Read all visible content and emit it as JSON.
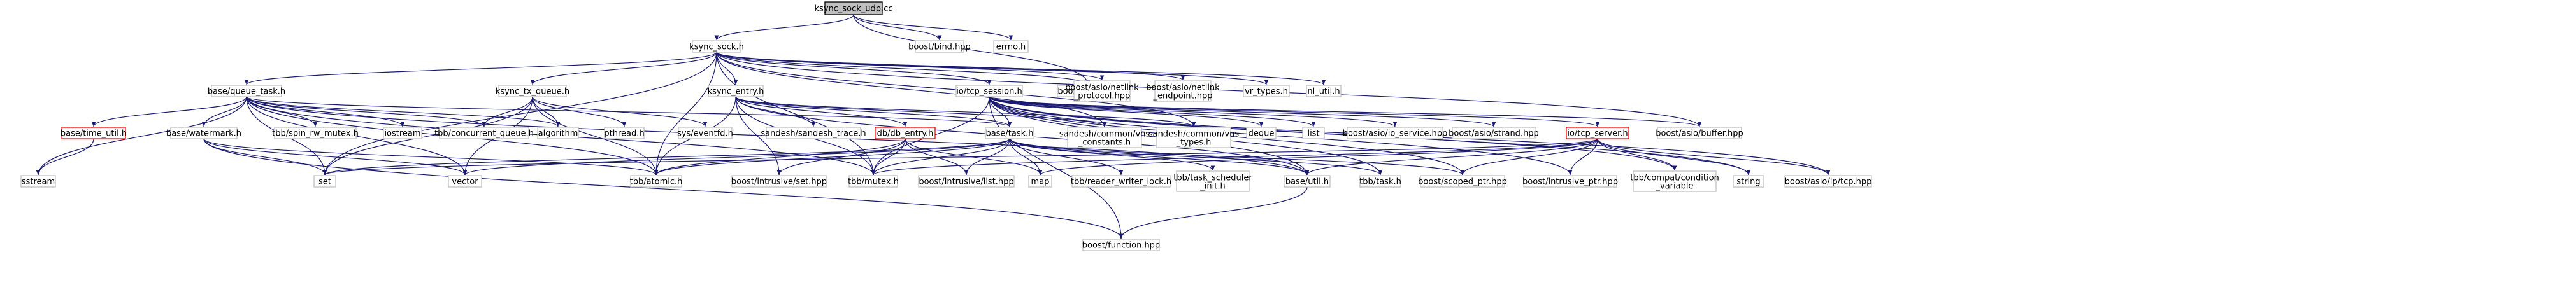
{
  "diagram": {
    "type": "include-dependency-graph",
    "colors": {
      "edge": "#191970",
      "node_fill": "#ffffff",
      "node_border": "#bfbfbf",
      "root_fill": "#bfbfbf",
      "root_border": "#000000",
      "missing_border": "#ff0000"
    },
    "nodes": [
      {
        "id": "root",
        "label": "ksync_sock_udp.cc",
        "style": "root"
      },
      {
        "id": "ksync_sock_h",
        "label": "ksync_sock.h",
        "style": "normal"
      },
      {
        "id": "boost_bind",
        "label": "boost/bind.hpp",
        "style": "normal"
      },
      {
        "id": "errno_h",
        "label": "errno.h",
        "style": "normal"
      },
      {
        "id": "boost_asio",
        "label": "boost/asio.hpp",
        "style": "normal"
      },
      {
        "id": "queue_task",
        "label": "base/queue_task.h",
        "style": "normal"
      },
      {
        "id": "tx_queue",
        "label": "ksync_tx_queue.h",
        "style": "normal"
      },
      {
        "id": "ksync_entry",
        "label": "ksync_entry.h",
        "style": "normal"
      },
      {
        "id": "tcp_session",
        "label": "io/tcp_session.h",
        "style": "normal"
      },
      {
        "id": "netlink_protocol",
        "label": "boost/asio/netlink\n_protocol.hpp",
        "style": "normal"
      },
      {
        "id": "netlink_endpoint",
        "label": "boost/asio/netlink\n_endpoint.hpp",
        "style": "normal"
      },
      {
        "id": "vr_types",
        "label": "vr_types.h",
        "style": "normal"
      },
      {
        "id": "nl_util",
        "label": "nl_util.h",
        "style": "normal"
      },
      {
        "id": "time_util",
        "label": "base/time_util.h",
        "style": "missing"
      },
      {
        "id": "watermark",
        "label": "base/watermark.h",
        "style": "normal"
      },
      {
        "id": "spin_rw",
        "label": "tbb/spin_rw_mutex.h",
        "style": "normal"
      },
      {
        "id": "iostream",
        "label": "iostream",
        "style": "normal"
      },
      {
        "id": "concurrent_queue",
        "label": "tbb/concurrent_queue.h",
        "style": "normal"
      },
      {
        "id": "algorithm",
        "label": "algorithm",
        "style": "normal"
      },
      {
        "id": "pthread",
        "label": "pthread.h",
        "style": "normal"
      },
      {
        "id": "eventfd",
        "label": "sys/eventfd.h",
        "style": "normal"
      },
      {
        "id": "sandesh_trace",
        "label": "sandesh/sandesh_trace.h",
        "style": "normal"
      },
      {
        "id": "db_entry",
        "label": "db/db_entry.h",
        "style": "missing"
      },
      {
        "id": "base_task",
        "label": "base/task.h",
        "style": "normal"
      },
      {
        "id": "vns_constants",
        "label": "sandesh/common/vns\n_constants.h",
        "style": "normal"
      },
      {
        "id": "vns_types",
        "label": "sandesh/common/vns\n_types.h",
        "style": "normal"
      },
      {
        "id": "deque",
        "label": "deque",
        "style": "normal"
      },
      {
        "id": "list",
        "label": "list",
        "style": "normal"
      },
      {
        "id": "io_service",
        "label": "boost/asio/io_service.hpp",
        "style": "normal"
      },
      {
        "id": "strand",
        "label": "boost/asio/strand.hpp",
        "style": "normal"
      },
      {
        "id": "tcp_server",
        "label": "io/tcp_server.h",
        "style": "missing"
      },
      {
        "id": "buffer_hpp",
        "label": "boost/asio/buffer.hpp",
        "style": "normal"
      },
      {
        "id": "sstream",
        "label": "sstream",
        "style": "normal"
      },
      {
        "id": "set",
        "label": "set",
        "style": "normal"
      },
      {
        "id": "vector",
        "label": "vector",
        "style": "normal"
      },
      {
        "id": "tbb_atomic",
        "label": "tbb/atomic.h",
        "style": "normal"
      },
      {
        "id": "intrusive_set",
        "label": "boost/intrusive/set.hpp",
        "style": "normal"
      },
      {
        "id": "tbb_mutex",
        "label": "tbb/mutex.h",
        "style": "normal"
      },
      {
        "id": "intrusive_list",
        "label": "boost/intrusive/list.hpp",
        "style": "normal"
      },
      {
        "id": "map",
        "label": "map",
        "style": "normal"
      },
      {
        "id": "reader_writer",
        "label": "tbb/reader_writer_lock.h",
        "style": "normal"
      },
      {
        "id": "task_scheduler",
        "label": "tbb/task_scheduler\n_init.h",
        "style": "normal"
      },
      {
        "id": "base_util",
        "label": "base/util.h",
        "style": "normal"
      },
      {
        "id": "tbb_task",
        "label": "tbb/task.h",
        "style": "normal"
      },
      {
        "id": "scoped_ptr",
        "label": "boost/scoped_ptr.hpp",
        "style": "normal"
      },
      {
        "id": "intrusive_ptr",
        "label": "boost/intrusive_ptr.hpp",
        "style": "normal"
      },
      {
        "id": "condition_variable",
        "label": "tbb/compat/condition\n_variable",
        "style": "normal"
      },
      {
        "id": "string",
        "label": "string",
        "style": "normal"
      },
      {
        "id": "ip_tcp",
        "label": "boost/asio/ip/tcp.hpp",
        "style": "normal"
      },
      {
        "id": "boost_function",
        "label": "boost/function.hpp",
        "style": "normal"
      }
    ],
    "edges": [
      [
        "root",
        "ksync_sock_h"
      ],
      [
        "root",
        "boost_bind"
      ],
      [
        "root",
        "errno_h"
      ],
      [
        "root",
        "boost_asio"
      ],
      [
        "ksync_sock_h",
        "queue_task"
      ],
      [
        "ksync_sock_h",
        "tx_queue"
      ],
      [
        "ksync_sock_h",
        "ksync_entry"
      ],
      [
        "ksync_sock_h",
        "tcp_session"
      ],
      [
        "ksync_sock_h",
        "netlink_protocol"
      ],
      [
        "ksync_sock_h",
        "netlink_endpoint"
      ],
      [
        "ksync_sock_h",
        "vr_types"
      ],
      [
        "ksync_sock_h",
        "nl_util"
      ],
      [
        "ksync_sock_h",
        "boost_asio"
      ],
      [
        "ksync_sock_h",
        "tbb_atomic"
      ],
      [
        "ksync_sock_h",
        "tbb_mutex"
      ],
      [
        "ksync_sock_h",
        "set"
      ],
      [
        "ksync_sock_h",
        "vns_constants"
      ],
      [
        "ksync_sock_h",
        "vns_types"
      ],
      [
        "ksync_sock_h",
        "buffer_hpp"
      ],
      [
        "queue_task",
        "time_util"
      ],
      [
        "queue_task",
        "watermark"
      ],
      [
        "queue_task",
        "spin_rw"
      ],
      [
        "queue_task",
        "iostream"
      ],
      [
        "queue_task",
        "concurrent_queue"
      ],
      [
        "queue_task",
        "algorithm"
      ],
      [
        "queue_task",
        "base_task"
      ],
      [
        "queue_task",
        "sstream"
      ],
      [
        "queue_task",
        "set"
      ],
      [
        "queue_task",
        "vector"
      ],
      [
        "queue_task",
        "tbb_atomic"
      ],
      [
        "queue_task",
        "tbb_mutex"
      ],
      [
        "queue_task",
        "base_util"
      ],
      [
        "tx_queue",
        "concurrent_queue"
      ],
      [
        "tx_queue",
        "algorithm"
      ],
      [
        "tx_queue",
        "pthread"
      ],
      [
        "tx_queue",
        "eventfd"
      ],
      [
        "tx_queue",
        "tbb_atomic"
      ],
      [
        "tx_queue",
        "vector"
      ],
      [
        "tx_queue",
        "set"
      ],
      [
        "ksync_entry",
        "sandesh_trace"
      ],
      [
        "ksync_entry",
        "db_entry"
      ],
      [
        "ksync_entry",
        "base_task"
      ],
      [
        "ksync_entry",
        "vns_constants"
      ],
      [
        "ksync_entry",
        "vns_types"
      ],
      [
        "ksync_entry",
        "tbb_atomic"
      ],
      [
        "ksync_entry",
        "tbb_mutex"
      ],
      [
        "ksync_entry",
        "intrusive_set"
      ],
      [
        "ksync_entry",
        "base_util"
      ],
      [
        "tcp_session",
        "deque"
      ],
      [
        "tcp_session",
        "list"
      ],
      [
        "tcp_session",
        "io_service"
      ],
      [
        "tcp_session",
        "strand"
      ],
      [
        "tcp_session",
        "tcp_server"
      ],
      [
        "tcp_session",
        "buffer_hpp"
      ],
      [
        "tcp_session",
        "base_task"
      ],
      [
        "tcp_session",
        "tbb_mutex"
      ],
      [
        "tcp_session",
        "base_util"
      ],
      [
        "tcp_session",
        "tbb_task"
      ],
      [
        "tcp_session",
        "scoped_ptr"
      ],
      [
        "tcp_session",
        "intrusive_ptr"
      ],
      [
        "tcp_session",
        "condition_variable"
      ],
      [
        "tcp_session",
        "string"
      ],
      [
        "tcp_session",
        "ip_tcp"
      ],
      [
        "tcp_session",
        "boost_function"
      ],
      [
        "time_util",
        "sstream"
      ],
      [
        "watermark",
        "set"
      ],
      [
        "watermark",
        "vector"
      ],
      [
        "watermark",
        "boost_function"
      ],
      [
        "watermark",
        "tbb_atomic"
      ],
      [
        "db_entry",
        "tbb_atomic"
      ],
      [
        "db_entry",
        "intrusive_set"
      ],
      [
        "db_entry",
        "intrusive_list"
      ],
      [
        "db_entry",
        "map"
      ],
      [
        "db_entry",
        "tbb_mutex"
      ],
      [
        "base_task",
        "map"
      ],
      [
        "base_task",
        "set"
      ],
      [
        "base_task",
        "vector"
      ],
      [
        "base_task",
        "tbb_mutex"
      ],
      [
        "base_task",
        "reader_writer"
      ],
      [
        "base_task",
        "task_scheduler"
      ],
      [
        "base_task",
        "base_util"
      ],
      [
        "base_task",
        "tbb_task"
      ],
      [
        "base_task",
        "intrusive_list"
      ],
      [
        "base_task",
        "scoped_ptr"
      ],
      [
        "base_task",
        "tbb_atomic"
      ],
      [
        "tcp_server",
        "map"
      ],
      [
        "tcp_server",
        "tbb_mutex"
      ],
      [
        "tcp_server",
        "scoped_ptr"
      ],
      [
        "tcp_server",
        "intrusive_ptr"
      ],
      [
        "tcp_server",
        "condition_variable"
      ],
      [
        "tcp_server",
        "ip_tcp"
      ],
      [
        "tcp_server",
        "base_util"
      ],
      [
        "tcp_server",
        "string"
      ],
      [
        "tcp_server",
        "set"
      ],
      [
        "base_util",
        "boost_function"
      ]
    ]
  }
}
